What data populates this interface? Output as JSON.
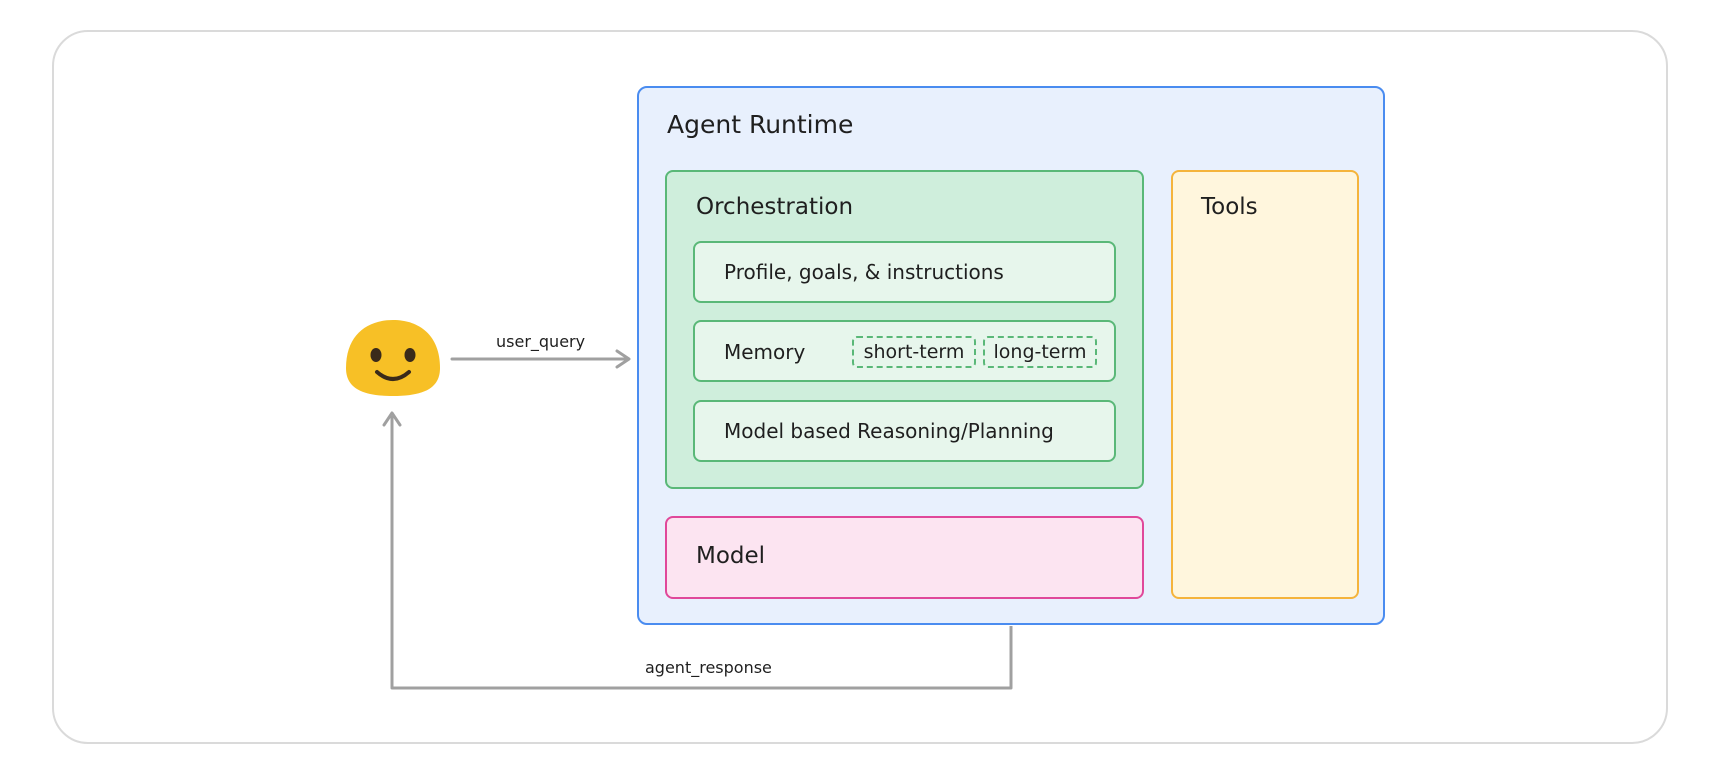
{
  "diagram": {
    "runtime": {
      "title": "Agent Runtime"
    },
    "orchestration": {
      "title": "Orchestration",
      "profile": "Profile, goals, & instructions",
      "memory": {
        "label": "Memory",
        "short_term": "short-term",
        "long_term": "long-term"
      },
      "reasoning": "Model based Reasoning/Planning"
    },
    "model": {
      "title": "Model"
    },
    "tools": {
      "title": "Tools"
    },
    "user": {
      "icon": "smiley-face-icon"
    },
    "edges": {
      "query": "user_query",
      "response": "agent_response"
    },
    "colors": {
      "runtime_border": "#4a8cf0",
      "orchestration_border": "#5ab878",
      "model_border": "#e0489a",
      "tools_border": "#f5b43c",
      "arrow": "#a0a0a0",
      "smiley": "#f7c026"
    }
  }
}
